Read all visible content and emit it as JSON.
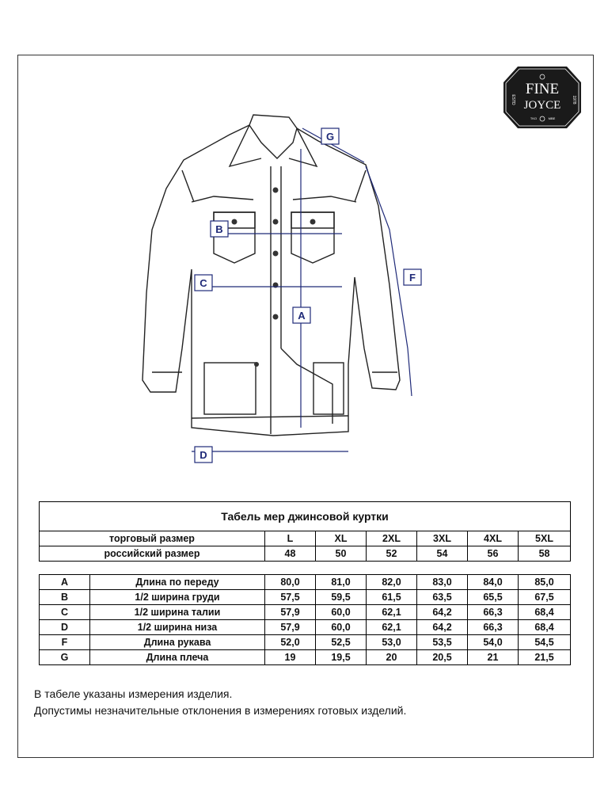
{
  "logo": {
    "brand_line1": "FINE",
    "brand_line2": "JOYCE",
    "estd_left": "ESTD",
    "estd_right": "1978",
    "bottom_left": "TKO",
    "bottom_right": "MBE"
  },
  "diagram_labels": {
    "A": "A",
    "B": "B",
    "C": "C",
    "D": "D",
    "F": "F",
    "G": "G"
  },
  "table": {
    "title": "Табель мер джинсовой куртки",
    "size_row_label": "торговый размер",
    "ru_row_label": "российский размер",
    "sizes": [
      "L",
      "XL",
      "2XL",
      "3XL",
      "4XL",
      "5XL"
    ],
    "ru_sizes": [
      "48",
      "50",
      "52",
      "54",
      "56",
      "58"
    ],
    "rows": [
      {
        "code": "A",
        "name": "Длина по переду",
        "values": [
          "80,0",
          "81,0",
          "82,0",
          "83,0",
          "84,0",
          "85,0"
        ]
      },
      {
        "code": "B",
        "name": "1/2 ширина груди",
        "values": [
          "57,5",
          "59,5",
          "61,5",
          "63,5",
          "65,5",
          "67,5"
        ]
      },
      {
        "code": "C",
        "name": "1/2 ширина талии",
        "values": [
          "57,9",
          "60,0",
          "62,1",
          "64,2",
          "66,3",
          "68,4"
        ]
      },
      {
        "code": "D",
        "name": "1/2 ширина низа",
        "values": [
          "57,9",
          "60,0",
          "62,1",
          "64,2",
          "66,3",
          "68,4"
        ]
      },
      {
        "code": "F",
        "name": "Длина рукава",
        "values": [
          "52,0",
          "52,5",
          "53,0",
          "53,5",
          "54,0",
          "54,5"
        ]
      },
      {
        "code": "G",
        "name": "Длина плеча",
        "values": [
          "19",
          "19,5",
          "20",
          "20,5",
          "21",
          "21,5"
        ]
      }
    ]
  },
  "notes": {
    "line1": "В табеле указаны измерения изделия.",
    "line2": "Допустимы незначительные отклонения в измерениях готовых изделий."
  }
}
